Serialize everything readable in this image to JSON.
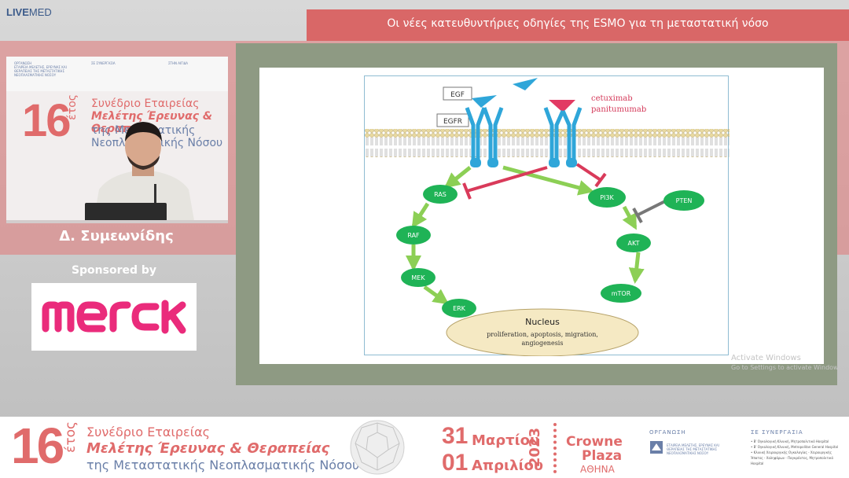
{
  "brand": {
    "live": "LIVE",
    "med": "MED"
  },
  "header": {
    "title": "Οι νέες κατευθυντήριες οδηγίες της ESMO για τη μεταστατική νόσο"
  },
  "speaker": {
    "name": "Δ. Συμεωνίδης",
    "backdrop": {
      "col1_head": "ΟΡΓΑΝΩΣΗ",
      "col1_text": "ΕΤΑΙΡΕΙΑ ΜΕΛΕΤΗΣ, ΕΡΕΥΝΑΣ ΚΑΙ ΘΕΡΑΠΕΙΑΣ ΤΗΣ ΜΕΤΑΣΤΑΤΙΚΗΣ ΝΕΟΠΛΑΣΜΑΤΙΚΗΣ ΝΟΣΟΥ",
      "col2_head": "ΣΕ ΣΥΝΕΡΓΑΣΙΑ",
      "col3_head": "ΣΤΗΝ ΑΙΓΙΔΑ",
      "num": "16",
      "etos": "έτος",
      "line1": "Συνέδριο Εταιρείας",
      "line2": "Μελέτης Έρευνας",
      "line2b": "& Θεραπ",
      "line3": "της Μετα",
      "line3b": "στατικής",
      "line4": "Νεοπλα",
      "line4b": "σματικής Νόσου"
    }
  },
  "sponsor": {
    "label": "Sponsored by",
    "logo": "MERCK"
  },
  "diagram": {
    "egf": "EGF",
    "egfr": "EGFR",
    "drug1": "cetuximab",
    "drug2": "panitumumab",
    "nodes": {
      "ras": "RAS",
      "raf": "RAF",
      "mek": "MEK",
      "erk": "ERK",
      "pi3k": "PI3K",
      "akt": "AKT",
      "mtor": "mTOR",
      "pten": "PTEN"
    },
    "nucleus_title": "Nucleus",
    "nucleus_line1": "proliferation, apoptosis, migration,",
    "nucleus_line2": "angiogenesis",
    "colors": {
      "receptor": "#2fa6d9",
      "drug": "#e23a63",
      "node": "#1fb356",
      "arrow": "#8ccf55",
      "inhibit": "#d93a5a",
      "pten_inhibit": "#777777",
      "membrane": "#e8d9a0",
      "nucleus": "#f5e9c3"
    }
  },
  "windows": {
    "line1": "Activate Windows",
    "line2": "Go to Settings to activate Windows."
  },
  "banner": {
    "num": "16",
    "etos": "έτος",
    "line1": "Συνέδριο Εταιρείας",
    "line2": "Μελέτης Έρευνας & Θεραπείας",
    "line3": "της Μεταστατικής Νεοπλασματικής Νόσου",
    "day1": "31",
    "month1": "Μαρτίου",
    "day2": "01",
    "month2": "Απριλίου",
    "year": "2023",
    "venue1": "Crowne",
    "venue2": "Plaza",
    "city": "ΑΘΗΝΑ",
    "org_head": "ΟΡΓΑΝΩΣΗ",
    "org_text": "ΕΤΑΙΡΕΙΑ ΜΕΛΕΤΗΣ, ΕΡΕΥΝΑΣ ΚΑΙ ΘΕΡΑΠΕΙΑΣ ΤΗΣ ΜΕΤΑΣΤΑΤΙΚΗΣ ΝΕΟΠΛΑΣΜΑΤΙΚΗΣ ΝΟΣΟΥ",
    "syn_head": "ΣΕ ΣΥΝΕΡΓΑΣΙΑ",
    "syn_items": [
      "• Β' Ογκολογική Κλινική, Μητροπολιτικό Hospital",
      "• Β' Ογκολογική Κλινική, Metropolitan General Hospital",
      "• Κλινική Χειρουργικής Ογκολογίας - Χειρουργικής",
      "  Ήπατος - Χοληφόρων - Παγκρέατος, Μητροπολιτικό Hospital"
    ]
  }
}
